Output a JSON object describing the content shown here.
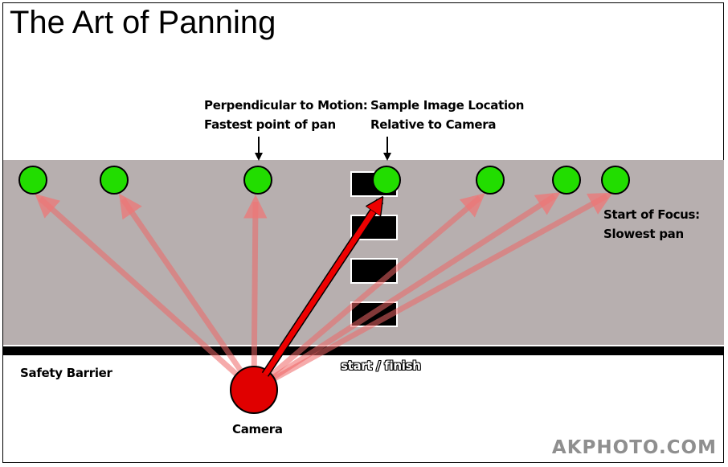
{
  "title": "The Art of Panning",
  "labels": {
    "perpendicular": [
      "Perpendicular to Motion:",
      "Fastest point of pan"
    ],
    "sample": [
      "Sample Image Location",
      "Relative to Camera"
    ],
    "start_focus": [
      "Start of Focus:",
      "Slowest pan"
    ],
    "safety_barrier": "Safety Barrier",
    "start_finish": "start / finish",
    "camera": "Camera"
  },
  "brand": "AKPHOTO.COM",
  "colors": {
    "track": "#b7afaf",
    "barrier": "#000000",
    "point": "#22dd00",
    "camera": "#e00000",
    "pan_line": "#ee6666",
    "main_arrow": "#ee0000",
    "brand": "#8f8f8f"
  }
}
